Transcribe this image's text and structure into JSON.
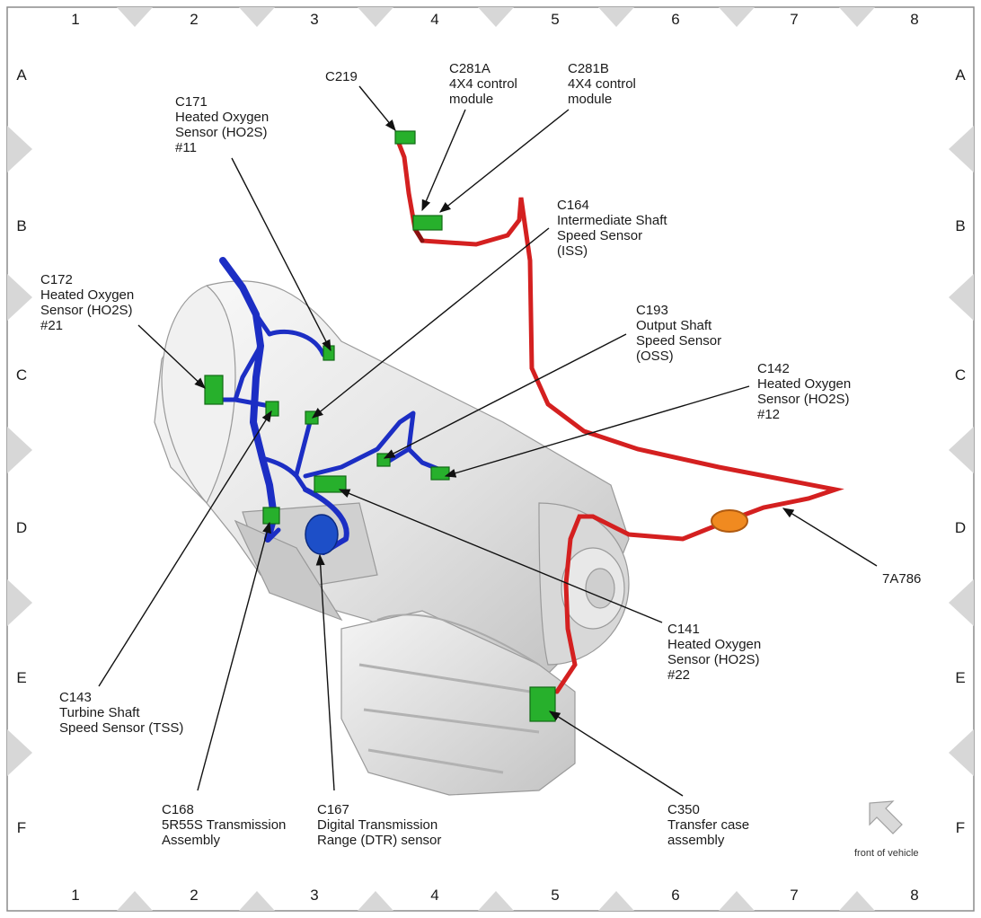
{
  "grid": {
    "columns": [
      "1",
      "2",
      "3",
      "4",
      "5",
      "6",
      "7",
      "8"
    ],
    "rows": [
      "A",
      "B",
      "C",
      "D",
      "E",
      "F"
    ]
  },
  "colors": {
    "blue_harness": "#1c2ec4",
    "red_harness": "#d42020",
    "connector": "#27b02c",
    "transmission": "#e4e4e4",
    "marker_triangle": "#d7d7d7",
    "frame": "#8c8c8c"
  },
  "callouts": [
    {
      "id": "c219",
      "lines": [
        "C219"
      ]
    },
    {
      "id": "c281a",
      "lines": [
        "C281A",
        "4X4 control",
        "module"
      ]
    },
    {
      "id": "c281b",
      "lines": [
        "C281B",
        "4X4 control",
        "module"
      ]
    },
    {
      "id": "c171",
      "lines": [
        "C171",
        "Heated Oxygen",
        "Sensor (HO2S)",
        "#11"
      ]
    },
    {
      "id": "c164",
      "lines": [
        "C164",
        "Intermediate Shaft",
        "Speed Sensor",
        "(ISS)"
      ]
    },
    {
      "id": "c172",
      "lines": [
        "C172",
        "Heated Oxygen",
        "Sensor (HO2S)",
        "#21"
      ]
    },
    {
      "id": "c193",
      "lines": [
        "C193",
        "Output Shaft",
        "Speed Sensor",
        "(OSS)"
      ]
    },
    {
      "id": "c142",
      "lines": [
        "C142",
        "Heated Oxygen",
        "Sensor (HO2S)",
        "#12"
      ]
    },
    {
      "id": "7a786",
      "lines": [
        "7A786"
      ]
    },
    {
      "id": "c141",
      "lines": [
        "C141",
        "Heated Oxygen",
        "Sensor (HO2S)",
        "#22"
      ]
    },
    {
      "id": "c143",
      "lines": [
        "C143",
        "Turbine Shaft",
        "Speed Sensor (TSS)"
      ]
    },
    {
      "id": "c168",
      "lines": [
        "C168",
        "5R55S Transmission",
        "Assembly"
      ]
    },
    {
      "id": "c167",
      "lines": [
        "C167",
        "Digital Transmission",
        "Range (DTR) sensor"
      ]
    },
    {
      "id": "c350",
      "lines": [
        "C350",
        "Transfer case",
        "assembly"
      ]
    }
  ],
  "front_of_vehicle": "front of vehicle"
}
